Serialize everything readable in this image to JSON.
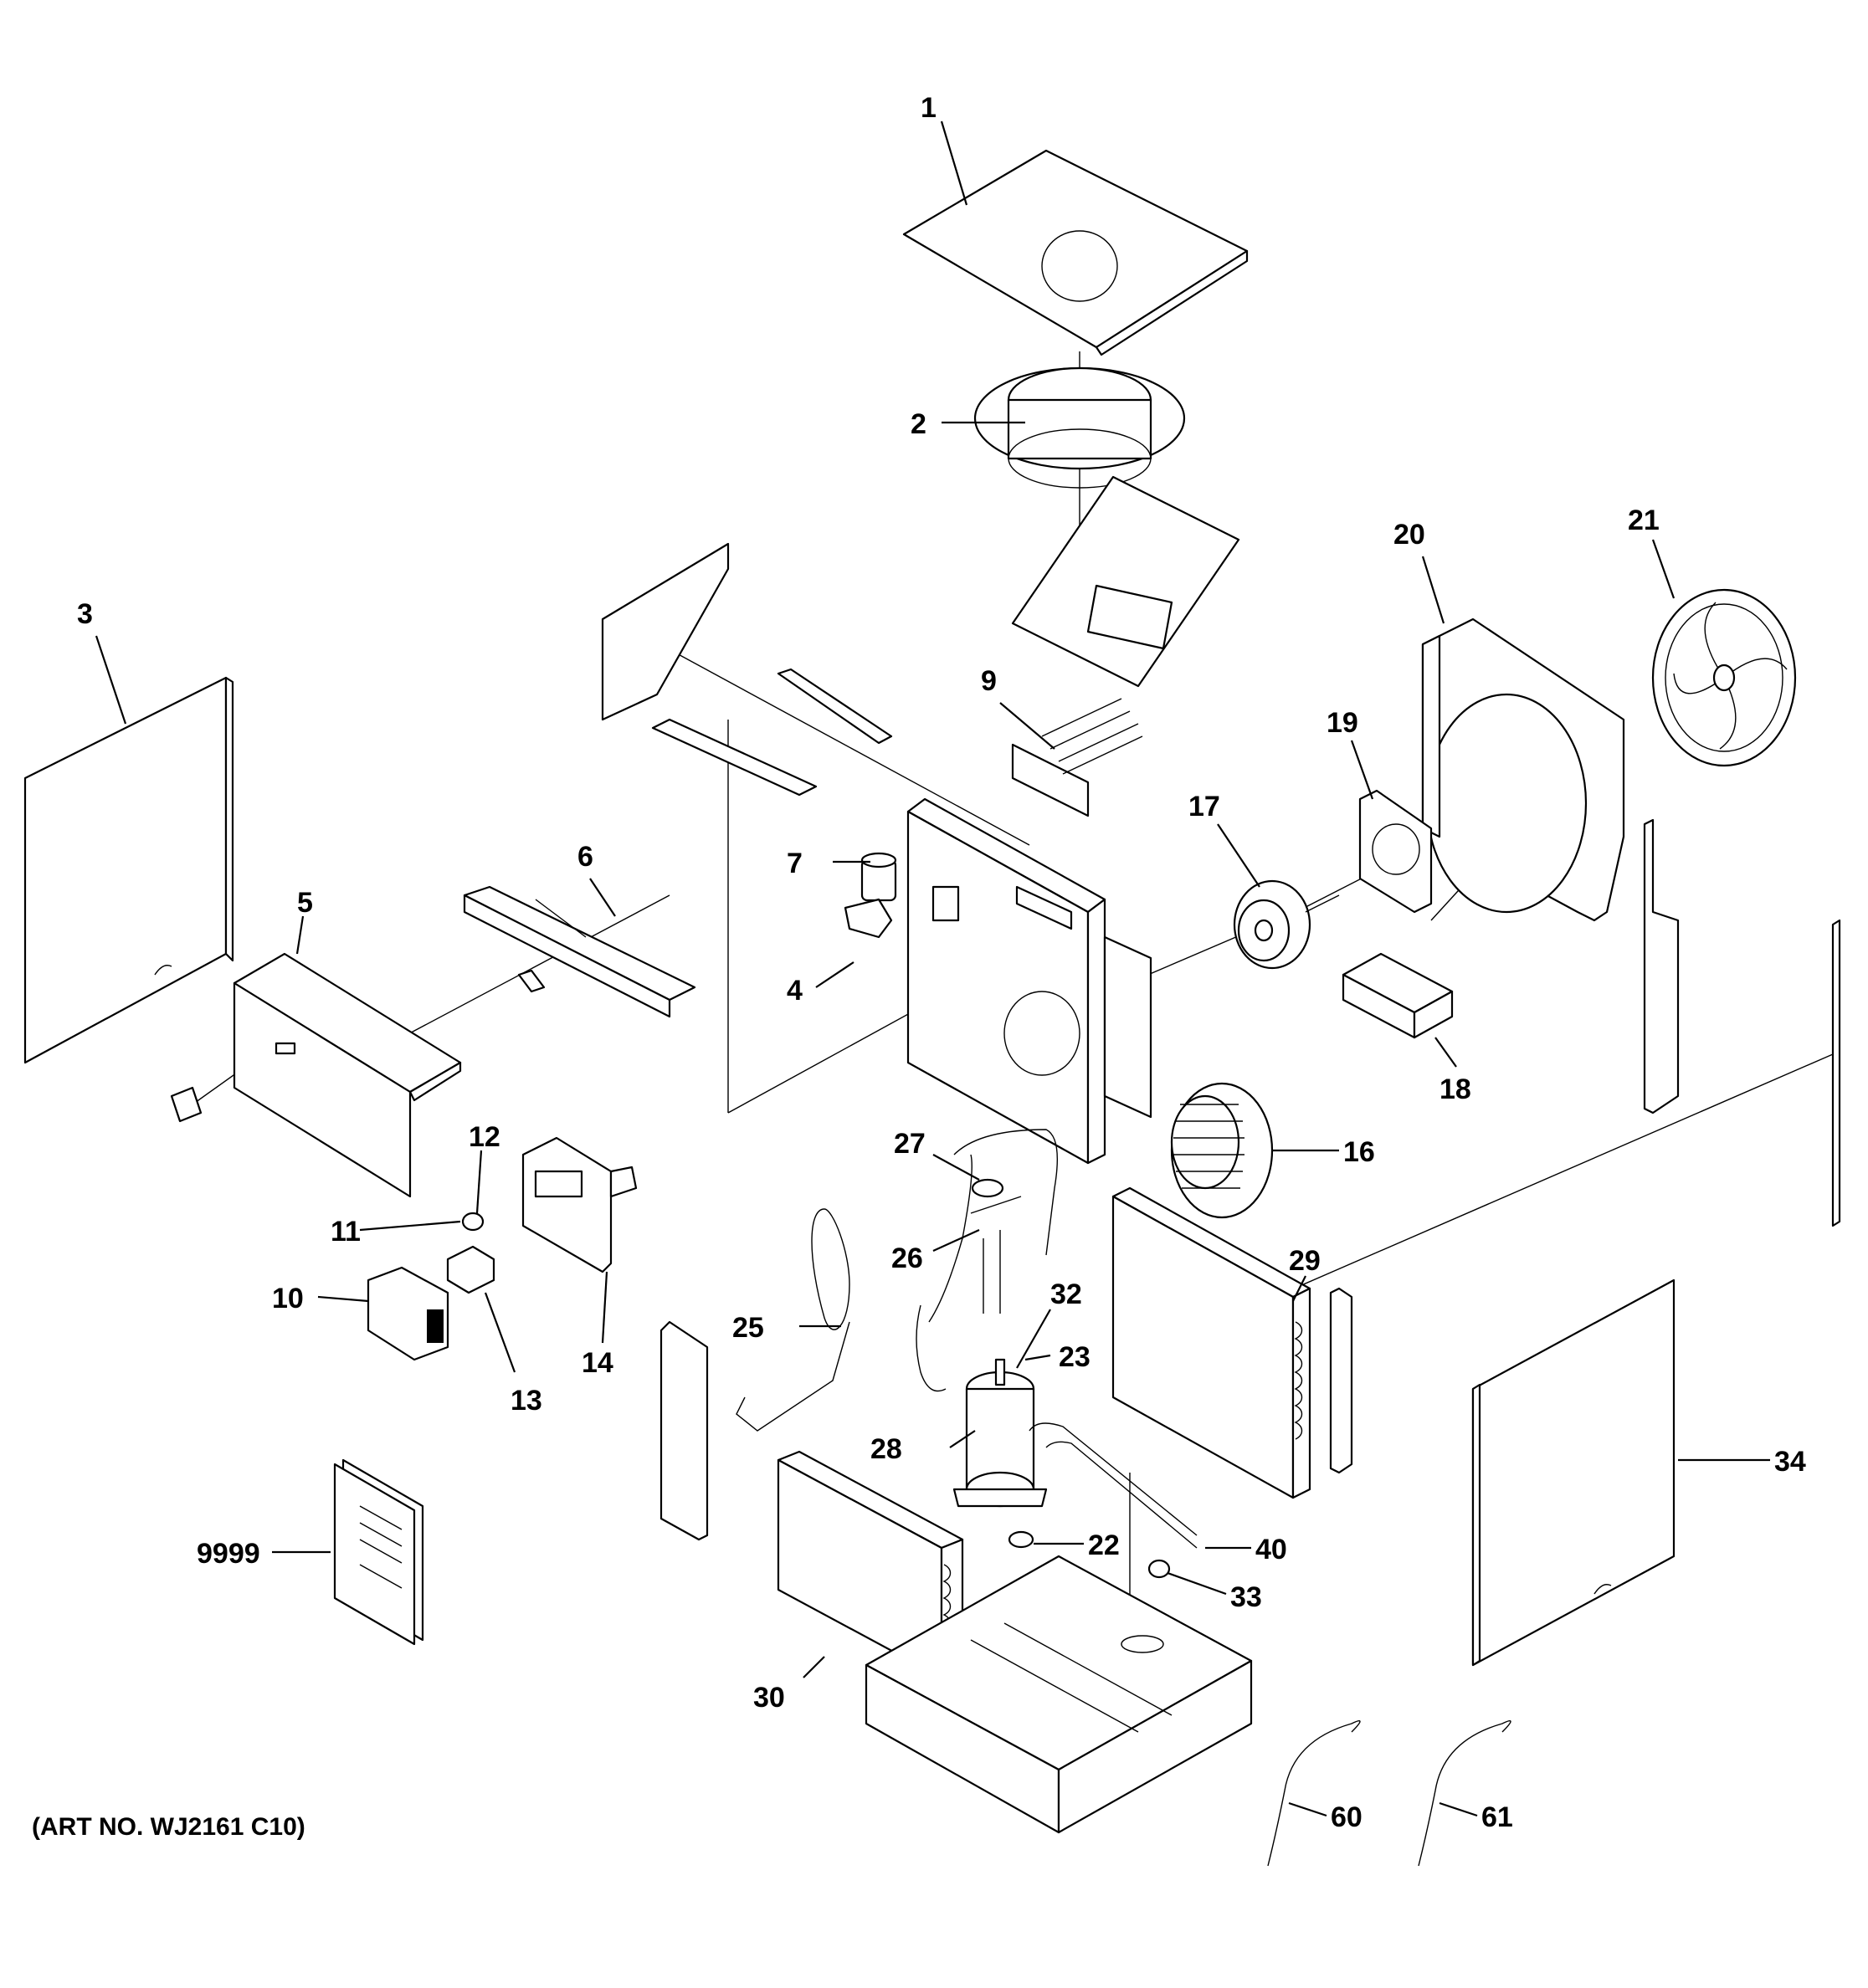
{
  "labels": {
    "l1": "1",
    "l2": "2",
    "l3": "3",
    "l4": "4",
    "l5": "5",
    "l6": "6",
    "l7": "7",
    "l9": "9",
    "l10": "10",
    "l11": "11",
    "l12": "12",
    "l13": "13",
    "l14": "14",
    "l16": "16",
    "l17": "17",
    "l18": "18",
    "l19": "19",
    "l20": "20",
    "l21": "21",
    "l22": "22",
    "l23": "23",
    "l25": "25",
    "l26": "26",
    "l27": "27",
    "l28": "28",
    "l29": "29",
    "l30": "30",
    "l32": "32",
    "l33": "33",
    "l34": "34",
    "l40": "40",
    "l60": "60",
    "l61": "61",
    "l9999": "9999"
  },
  "art_number": "(ART NO. WJ2161 C10)"
}
